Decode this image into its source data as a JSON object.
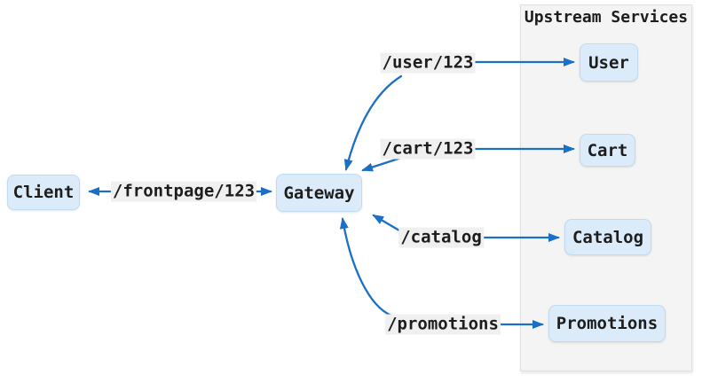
{
  "panel": {
    "title": "Upstream Services"
  },
  "nodes": {
    "client": {
      "label": "Client"
    },
    "gateway": {
      "label": "Gateway"
    },
    "user": {
      "label": "User"
    },
    "cart": {
      "label": "Cart"
    },
    "catalog": {
      "label": "Catalog"
    },
    "promotions": {
      "label": "Promotions"
    }
  },
  "edge_labels": {
    "frontpage": "/frontpage/123",
    "user": "/user/123",
    "cart": "/cart/123",
    "catalog": "/catalog",
    "promotions": "/promotions"
  },
  "colors": {
    "arrow": "#1b6fc4",
    "node_fill": "#dcebf9",
    "node_border": "#c0daf1",
    "panel_fill": "#f4f4f5",
    "panel_border": "#e1e1e1",
    "label_bg": "#f0f0f0",
    "text": "#1d1d1d"
  }
}
